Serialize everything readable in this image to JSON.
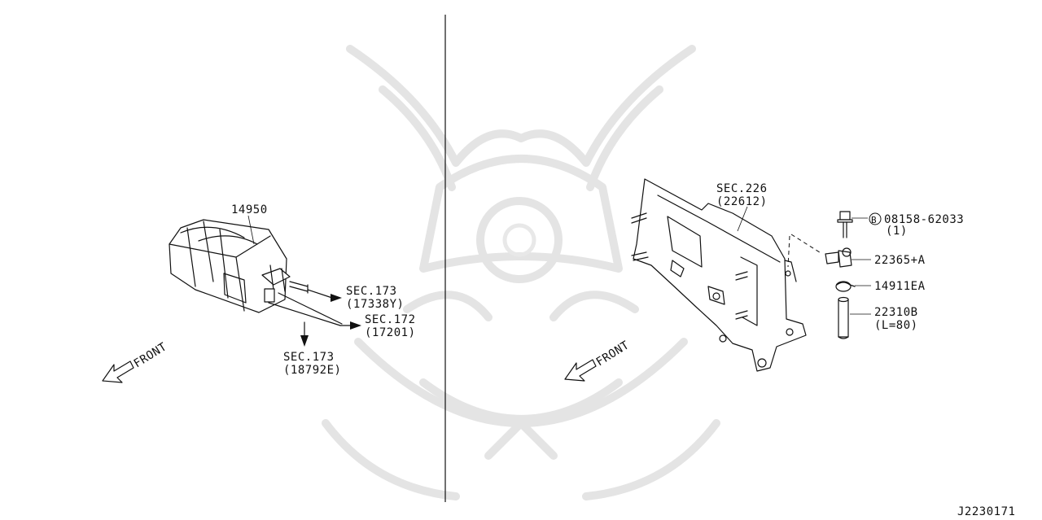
{
  "left": {
    "part_canister": "14950",
    "sec_173_a": "SEC.173",
    "sec_173_a_ref": "(17338Y)",
    "sec_172": "SEC.172",
    "sec_172_ref": "(17201)",
    "sec_173_b": "SEC.173",
    "sec_173_b_ref": "(18792E)",
    "front": "FRONT"
  },
  "right": {
    "sec_226": "SEC.226",
    "sec_226_ref": "(22612)",
    "bolt_mark": "B",
    "bolt_part": "08158-62033",
    "bolt_qty": "(1)",
    "sensor_part": "22365+A",
    "clamp_part": "14911EA",
    "hose_part": "22310B",
    "hose_length": "(L=80)",
    "front": "FRONT"
  },
  "diagram_id": "J2230171"
}
